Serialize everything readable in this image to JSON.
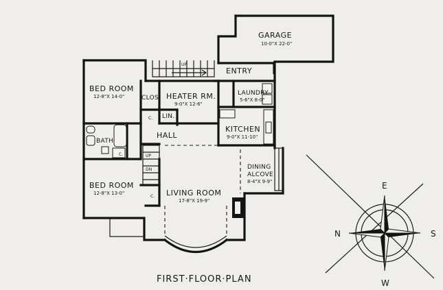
{
  "title": "FIRST·FLOOR·PLAN",
  "rooms": {
    "garage": {
      "name": "GARAGE",
      "size": "10-0\"X 22-0\""
    },
    "entry": {
      "name": "ENTRY"
    },
    "laundry": {
      "name": "LAUNDRY",
      "size": "5-6\"X 8-0\""
    },
    "heater": {
      "name": "HEATER RM.",
      "size": "9-0\"X 12-6\""
    },
    "closet": {
      "name": "CLOS."
    },
    "linen": {
      "name": "LIN."
    },
    "bedroom1": {
      "name": "BED ROOM",
      "size": "12-8\"X 14-0\""
    },
    "bath": {
      "name": "BATH"
    },
    "hall": {
      "name": "HALL"
    },
    "kitchen": {
      "name": "KITCHEN",
      "size": "9-0\"X 11-10\""
    },
    "dining": {
      "name": "DINING",
      "name2": "ALCOVE",
      "size": "8-4\"X 9-9\""
    },
    "bedroom2": {
      "name": "BED ROOM",
      "size": "12-8\"X 13-0\""
    },
    "living": {
      "name": "LIVING ROOM",
      "size": "17-8\"X 19-9\""
    }
  },
  "marks": {
    "up": "UP",
    "c1": "C.",
    "c2": "C.",
    "c3": "C."
  },
  "compass": {
    "north": "N",
    "east": "E",
    "south": "S",
    "west": "W"
  }
}
